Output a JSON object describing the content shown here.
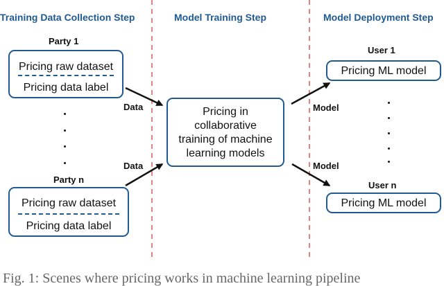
{
  "headers": {
    "collection": "Training Data Collection Step",
    "training": "Model Training Step",
    "deployment": "Model Deployment Step"
  },
  "parties": {
    "first": {
      "name": "Party 1",
      "raw_dataset": "Pricing raw dataset",
      "data_label": "Pricing data label"
    },
    "last": {
      "name": "Party n",
      "raw_dataset": "Pricing raw dataset",
      "data_label": "Pricing data label"
    }
  },
  "training": {
    "center_text": "Pricing in collaborative training of machine learning models"
  },
  "arrows": {
    "data_top": "Data",
    "data_bottom": "Data",
    "model_top": "Model",
    "model_bottom": "Model"
  },
  "users": {
    "first": {
      "name": "User 1",
      "model": "Pricing ML model"
    },
    "last": {
      "name": "User n",
      "model": "Pricing ML model"
    }
  },
  "caption": {
    "text": "Fig. 1: Scenes where pricing works in machine learning pipeline"
  },
  "colors": {
    "accent": "#1f5a92",
    "divider": "#d95b5b",
    "text": "#111111",
    "caption": "#666666"
  }
}
